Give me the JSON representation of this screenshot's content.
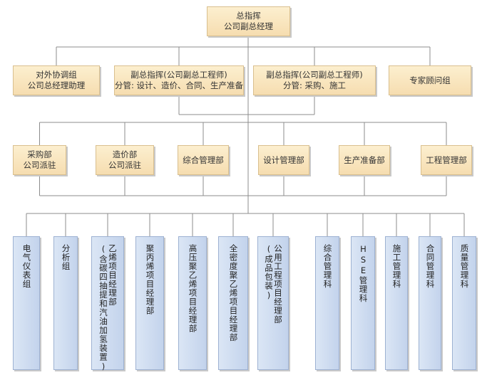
{
  "colors": {
    "line": "#8c8c8c",
    "box_fill_top": "#fcefcf",
    "box_fill_bottom": "#f6ddb0",
    "box_border": "#d9bf8e",
    "dept_fill": "#c3d3ec",
    "dept_border": "#9db1d2"
  },
  "chart": {
    "root": {
      "line1": "总指挥",
      "line2": "公司副总经理"
    },
    "level2": [
      {
        "name": "external-coordination-group-box",
        "line1": "对外协调组",
        "line2": "公司总经理助理"
      },
      {
        "name": "deputy-commander-design-box",
        "line1": "副总指挥(公司副总工程师)",
        "line2": "分管: 设计、造价、合同、生产准备"
      },
      {
        "name": "deputy-commander-procurement-box",
        "line1": "副总指挥(公司副总工程师)",
        "line2": "分管:  采购、施工"
      },
      {
        "name": "expert-advisory-group-box",
        "line1": "专家顾问组",
        "line2": ""
      }
    ],
    "level3": [
      {
        "name": "procurement-dept-box",
        "line1": "采购部",
        "line2": "公司派驻"
      },
      {
        "name": "cost-dept-box",
        "line1": "造价部",
        "line2": "公司派驻"
      },
      {
        "name": "general-management-dept-box",
        "line1": "综合管理部",
        "line2": ""
      },
      {
        "name": "design-management-dept-box",
        "line1": "设计管理部",
        "line2": ""
      },
      {
        "name": "production-preparation-dept-box",
        "line1": "生产准备部",
        "line2": ""
      },
      {
        "name": "engineering-management-dept-box",
        "line1": "工程管理部",
        "line2": ""
      }
    ],
    "level4_left": [
      {
        "name": "electrical-instrument-group-box",
        "cols": [
          "电气仪表组"
        ]
      },
      {
        "name": "analysis-group-box",
        "cols": [
          "分析组"
        ]
      },
      {
        "name": "ethylene-project-dept-box",
        "cols": [
          "(含碳四抽提和汽油加氢装置)",
          "乙烯项目经理部"
        ]
      },
      {
        "name": "polypropylene-project-dept-box",
        "cols": [
          "聚丙烯项目经理部"
        ]
      },
      {
        "name": "hdpe-project-dept-box",
        "cols": [
          "高压聚乙烯项目经理部"
        ]
      },
      {
        "name": "fdpe-project-dept-box",
        "cols": [
          "全密度聚乙烯项目经理部"
        ]
      },
      {
        "name": "utility-project-dept-box",
        "cols": [
          "(成品包装)",
          "公用工程项目经理部"
        ]
      }
    ],
    "level4_right": [
      {
        "name": "general-management-section-box",
        "cols": [
          "综合管理科"
        ]
      },
      {
        "name": "hse-management-section-box",
        "cols": [
          "HSE管理科"
        ]
      },
      {
        "name": "construction-management-section-box",
        "cols": [
          "施工管理科"
        ]
      },
      {
        "name": "contract-management-section-box",
        "cols": [
          "合同管理科"
        ]
      },
      {
        "name": "quality-management-section-box",
        "cols": [
          "质量管理科"
        ]
      }
    ]
  }
}
